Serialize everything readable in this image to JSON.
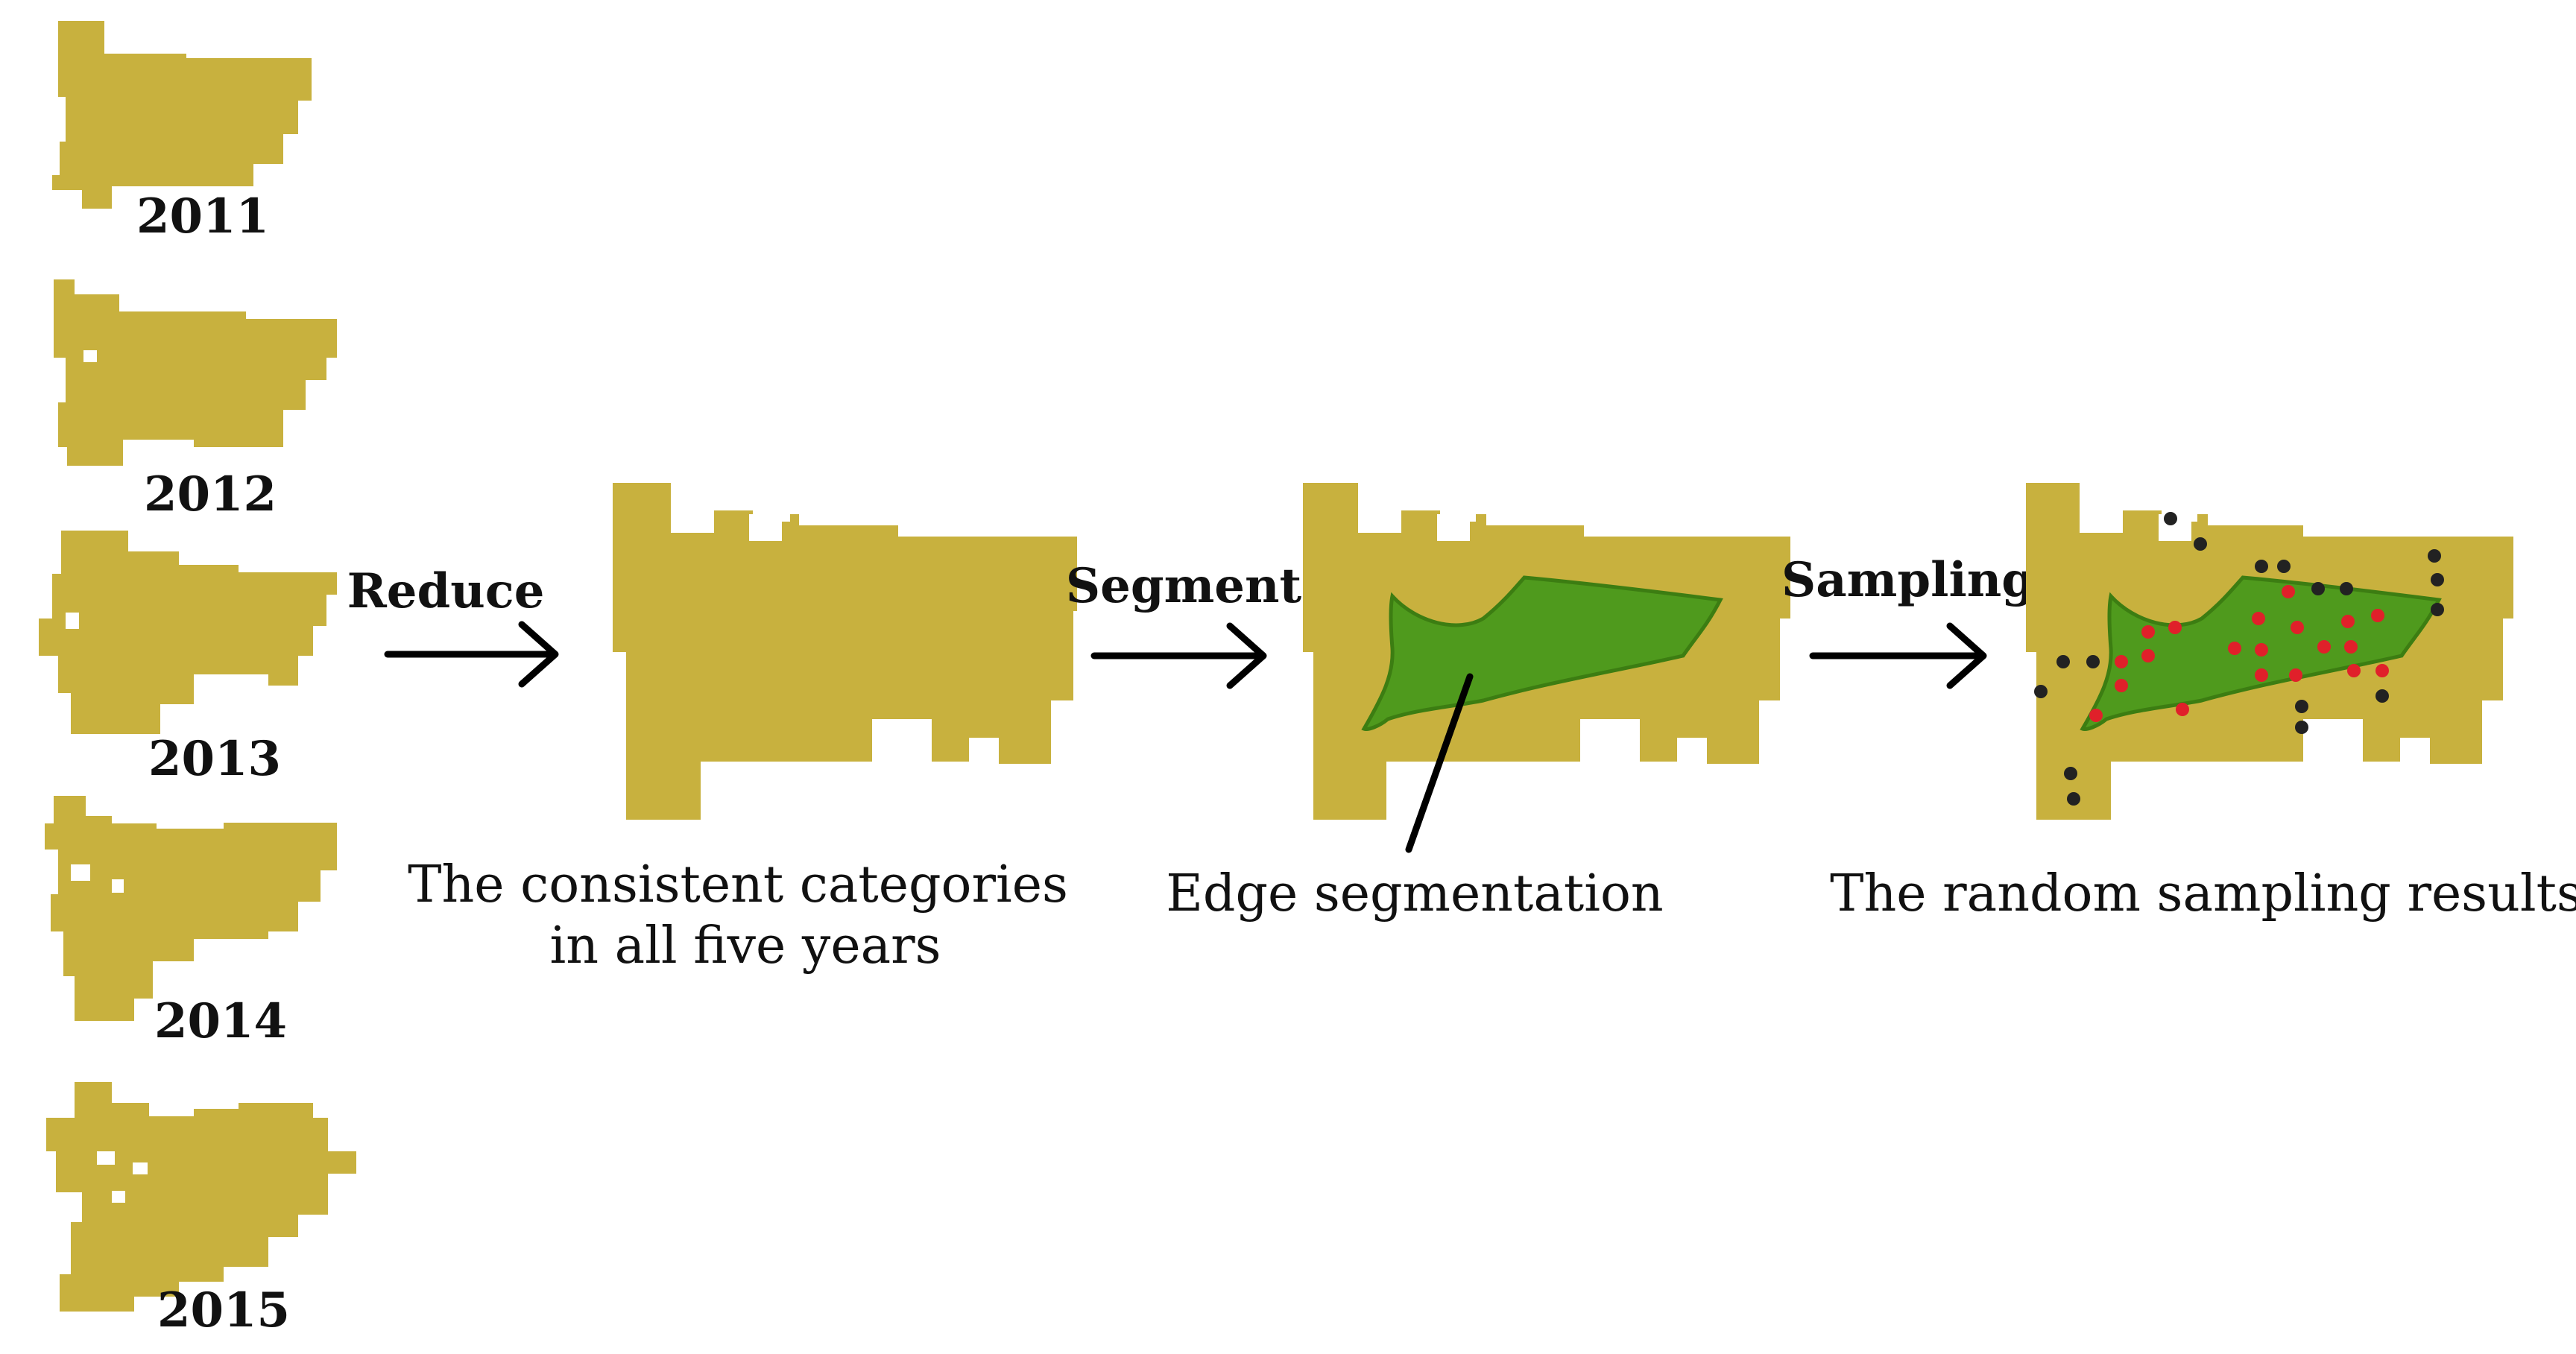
{
  "years": [
    "2011",
    "2012",
    "2013",
    "2014",
    "2015"
  ],
  "steps": {
    "reduce": "Reduce",
    "segment": "Segment",
    "sampling": "Sampling"
  },
  "captions": {
    "consistent_line1": "The consistent categories",
    "consistent_line2": "in all five years",
    "edge": "Edge segmentation",
    "sampling_results": "The random sampling results"
  },
  "colors": {
    "patch": "#c8b13e",
    "segment": "#4f9a1d",
    "sample_inside": "#e0202a",
    "sample_outside": "#222222"
  }
}
